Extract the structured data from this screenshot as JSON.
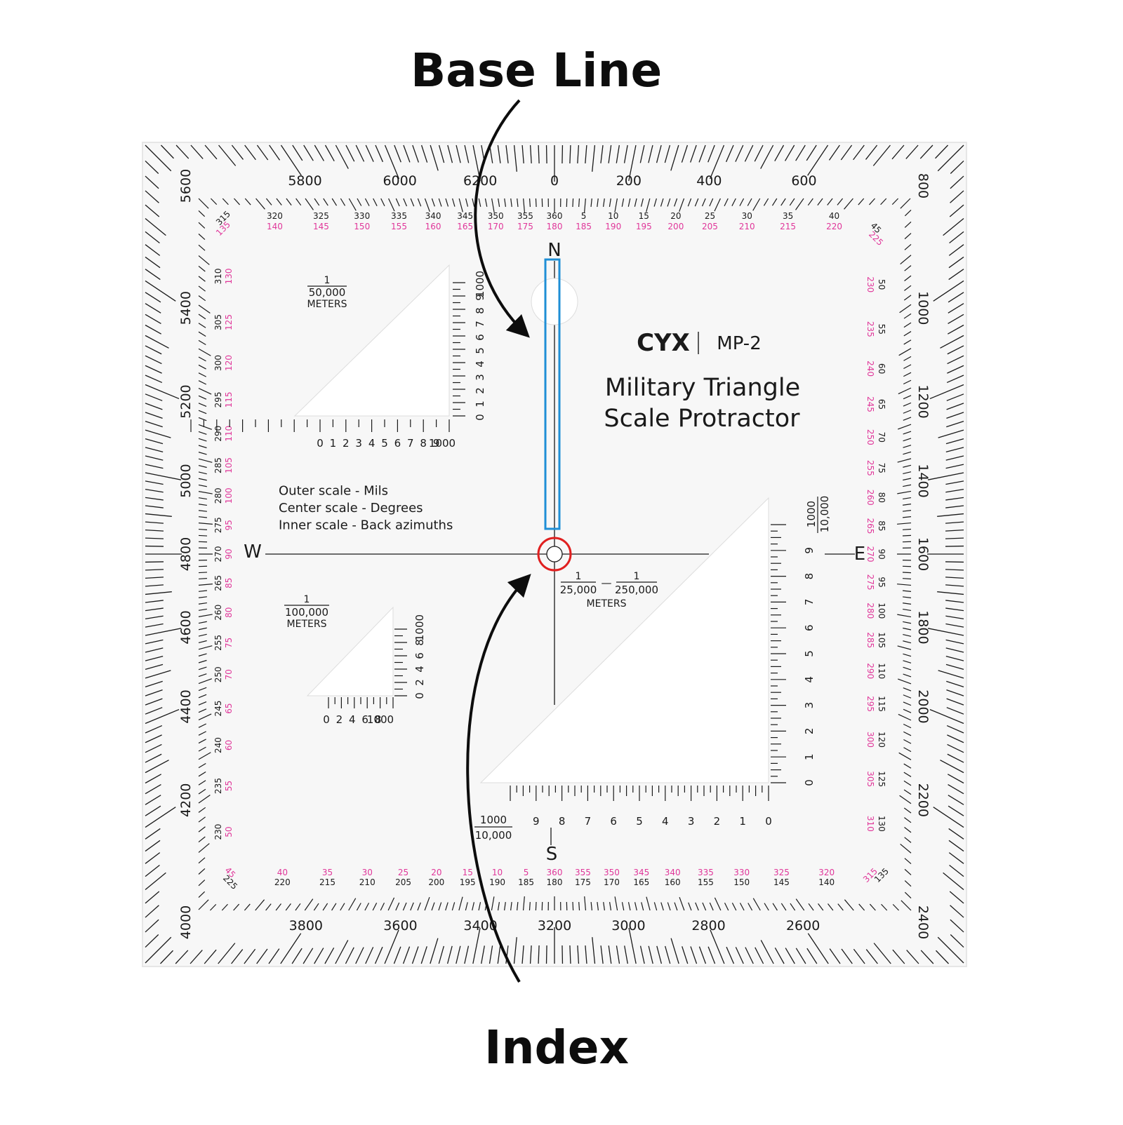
{
  "callouts": {
    "top": "Base Line",
    "bottom": "Index"
  },
  "brand": {
    "logo_text": "CYX",
    "model": "MP-2",
    "name_line1": "Military Triangle",
    "name_line2": "Scale Protractor"
  },
  "legend": [
    "Outer  scale - Mils",
    "Center scale - Degrees",
    "Inner scale - Back azimuths"
  ],
  "cardinal": {
    "n": "N",
    "s": "S",
    "e": "E",
    "w": "W"
  },
  "mils": {
    "top": [
      "5600",
      "5800",
      "6000",
      "6200",
      "0",
      "200",
      "400",
      "600",
      "800"
    ],
    "right": [
      "1000",
      "1200",
      "1400",
      "1600",
      "1800",
      "2000",
      "2200",
      "2400"
    ],
    "bottom": [
      "4000",
      "3800",
      "3600",
      "3400",
      "3200",
      "3000",
      "2800",
      "2600"
    ],
    "left": [
      "5400",
      "5200",
      "5000",
      "4800",
      "4600",
      "4400",
      "4200"
    ]
  },
  "degrees": {
    "top": [
      [
        "315",
        "135"
      ],
      [
        "320",
        "140"
      ],
      [
        "325",
        "145"
      ],
      [
        "330",
        "150"
      ],
      [
        "335",
        "155"
      ],
      [
        "340",
        "160"
      ],
      [
        "345",
        "165"
      ],
      [
        "350",
        "170"
      ],
      [
        "355",
        "175"
      ],
      [
        "360",
        "180"
      ],
      [
        "5",
        "185"
      ],
      [
        "10",
        "190"
      ],
      [
        "15",
        "195"
      ],
      [
        "20",
        "200"
      ],
      [
        "25",
        "205"
      ],
      [
        "30",
        "210"
      ],
      [
        "35",
        "215"
      ],
      [
        "40",
        "220"
      ],
      [
        "45",
        "225"
      ]
    ],
    "right": [
      [
        "50",
        "230"
      ],
      [
        "55",
        "235"
      ],
      [
        "60",
        "240"
      ],
      [
        "65",
        "245"
      ],
      [
        "70",
        "250"
      ],
      [
        "75",
        "255"
      ],
      [
        "80",
        "260"
      ],
      [
        "85",
        "265"
      ],
      [
        "90",
        "270"
      ],
      [
        "95",
        "275"
      ],
      [
        "100",
        "280"
      ],
      [
        "105",
        "285"
      ],
      [
        "110",
        "290"
      ],
      [
        "115",
        "295"
      ],
      [
        "120",
        "300"
      ],
      [
        "125",
        "305"
      ],
      [
        "130",
        "310"
      ],
      [
        "135",
        "315"
      ]
    ],
    "bottom": [
      [
        "225",
        "45"
      ],
      [
        "220",
        "40"
      ],
      [
        "215",
        "35"
      ],
      [
        "210",
        "30"
      ],
      [
        "205",
        "25"
      ],
      [
        "200",
        "20"
      ],
      [
        "195",
        "15"
      ],
      [
        "190",
        "10"
      ],
      [
        "185",
        "5"
      ],
      [
        "180",
        "360"
      ],
      [
        "175",
        "355"
      ],
      [
        "170",
        "350"
      ],
      [
        "165",
        "345"
      ],
      [
        "160",
        "340"
      ],
      [
        "155",
        "335"
      ],
      [
        "150",
        "330"
      ],
      [
        "145",
        "325"
      ],
      [
        "140",
        "320"
      ]
    ],
    "left": [
      [
        "310",
        "130"
      ],
      [
        "305",
        "125"
      ],
      [
        "300",
        "120"
      ],
      [
        "295",
        "115"
      ],
      [
        "290",
        "110"
      ],
      [
        "285",
        "105"
      ],
      [
        "280",
        "100"
      ],
      [
        "275",
        "95"
      ],
      [
        "270",
        "90"
      ],
      [
        "265",
        "85"
      ],
      [
        "260",
        "80"
      ],
      [
        "255",
        "75"
      ],
      [
        "250",
        "70"
      ],
      [
        "245",
        "65"
      ],
      [
        "240",
        "60"
      ],
      [
        "235",
        "55"
      ],
      [
        "230",
        "50"
      ]
    ]
  },
  "scale_50k": {
    "fraction_top": "1",
    "fraction_bottom": "50,000",
    "unit": "METERS",
    "x_labels": [
      "1000",
      "9",
      "8",
      "7",
      "6",
      "5",
      "4",
      "3",
      "2",
      "1",
      "0"
    ],
    "y_labels": [
      "1000",
      "9",
      "8",
      "7",
      "6",
      "5",
      "4",
      "3",
      "2",
      "1",
      "0"
    ]
  },
  "scale_100k": {
    "fraction_top": "1",
    "fraction_bottom": "100,000",
    "unit": "METERS",
    "x_labels": [
      "1000",
      "8",
      "6",
      "4",
      "2",
      "0"
    ],
    "y_labels": [
      "1000",
      "8",
      "6",
      "4",
      "2",
      "0"
    ]
  },
  "scale_25k": {
    "frac1_top": "1",
    "frac1_bottom": "25,000",
    "dash": "—",
    "frac2_top": "1",
    "frac2_bottom": "250,000",
    "unit": "METERS",
    "x_labels": [
      "9",
      "8",
      "7",
      "6",
      "5",
      "4",
      "3",
      "2",
      "1",
      "0"
    ],
    "y_labels": [
      "9",
      "8",
      "7",
      "6",
      "5",
      "4",
      "3",
      "2",
      "1",
      "0"
    ],
    "x_max_top": "1000",
    "x_max_bottom": "10,000",
    "y_max_top": "1000",
    "y_max_bottom": "10,000"
  },
  "colors": {
    "ink": "#1a1a1a",
    "magenta": "#e0379a",
    "blue": "#1f8fd6",
    "red": "#e02020",
    "plate": "#f7f7f7"
  }
}
